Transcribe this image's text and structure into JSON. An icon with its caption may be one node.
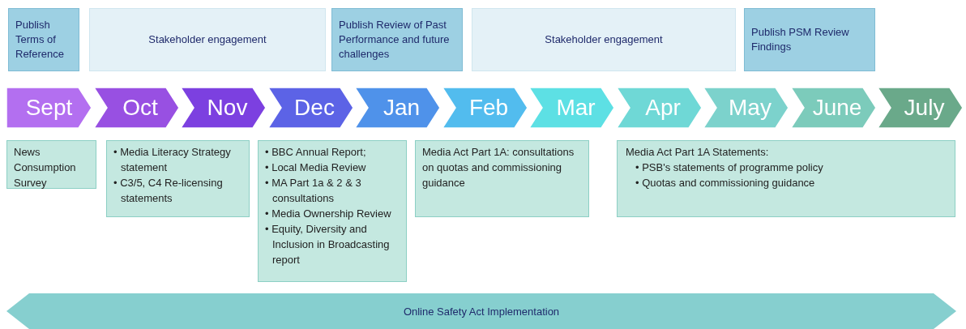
{
  "diagram": {
    "nodes": [
      {
        "text": [
          "Publish Terms of Reference"
        ]
      },
      {
        "text": [
          "Stakeholder engagement"
        ]
      },
      {
        "text": [
          "Publish Review of Past Performance and future challenges"
        ]
      },
      {
        "text": [
          "Stakeholder engagement"
        ]
      },
      {
        "text": [
          "Publish PSM Review Findings"
        ]
      },
      {
        "text": [
          "Sept"
        ]
      },
      {
        "text": [
          "Oct"
        ]
      },
      {
        "text": [
          "Nov"
        ]
      },
      {
        "text": [
          "Dec"
        ]
      },
      {
        "text": [
          "Jan"
        ]
      },
      {
        "text": [
          "Feb"
        ]
      },
      {
        "text": [
          "Mar"
        ]
      },
      {
        "text": [
          "Apr"
        ]
      },
      {
        "text": [
          "May"
        ]
      },
      {
        "text": [
          "June"
        ]
      },
      {
        "text": [
          "July"
        ]
      },
      {
        "text": [
          "News Consumption Survey"
        ]
      },
      {
        "text": [
          "• Media Literacy Strategy statement",
          "• C3/5, C4 Re-licensing statements"
        ]
      },
      {
        "text": [
          "• BBC Annual Report;",
          "• Local Media Review",
          "• MA Part 1a & 2 & 3 consultations",
          "• Media Ownership Review",
          "• Equity, Diversity and Inclusion in Broadcasting report"
        ]
      },
      {
        "text": [
          "Media Act Part 1A: consultations on quotas and commissioning guidance"
        ]
      },
      {
        "text": [
          "Media Act Part 1A Statements:",
          "• PSB's statements of programme policy",
          "• Quotas and commissioning guidance"
        ]
      },
      {
        "text": [
          "Online Safety Act Implementation"
        ]
      }
    ],
    "edges": []
  }
}
